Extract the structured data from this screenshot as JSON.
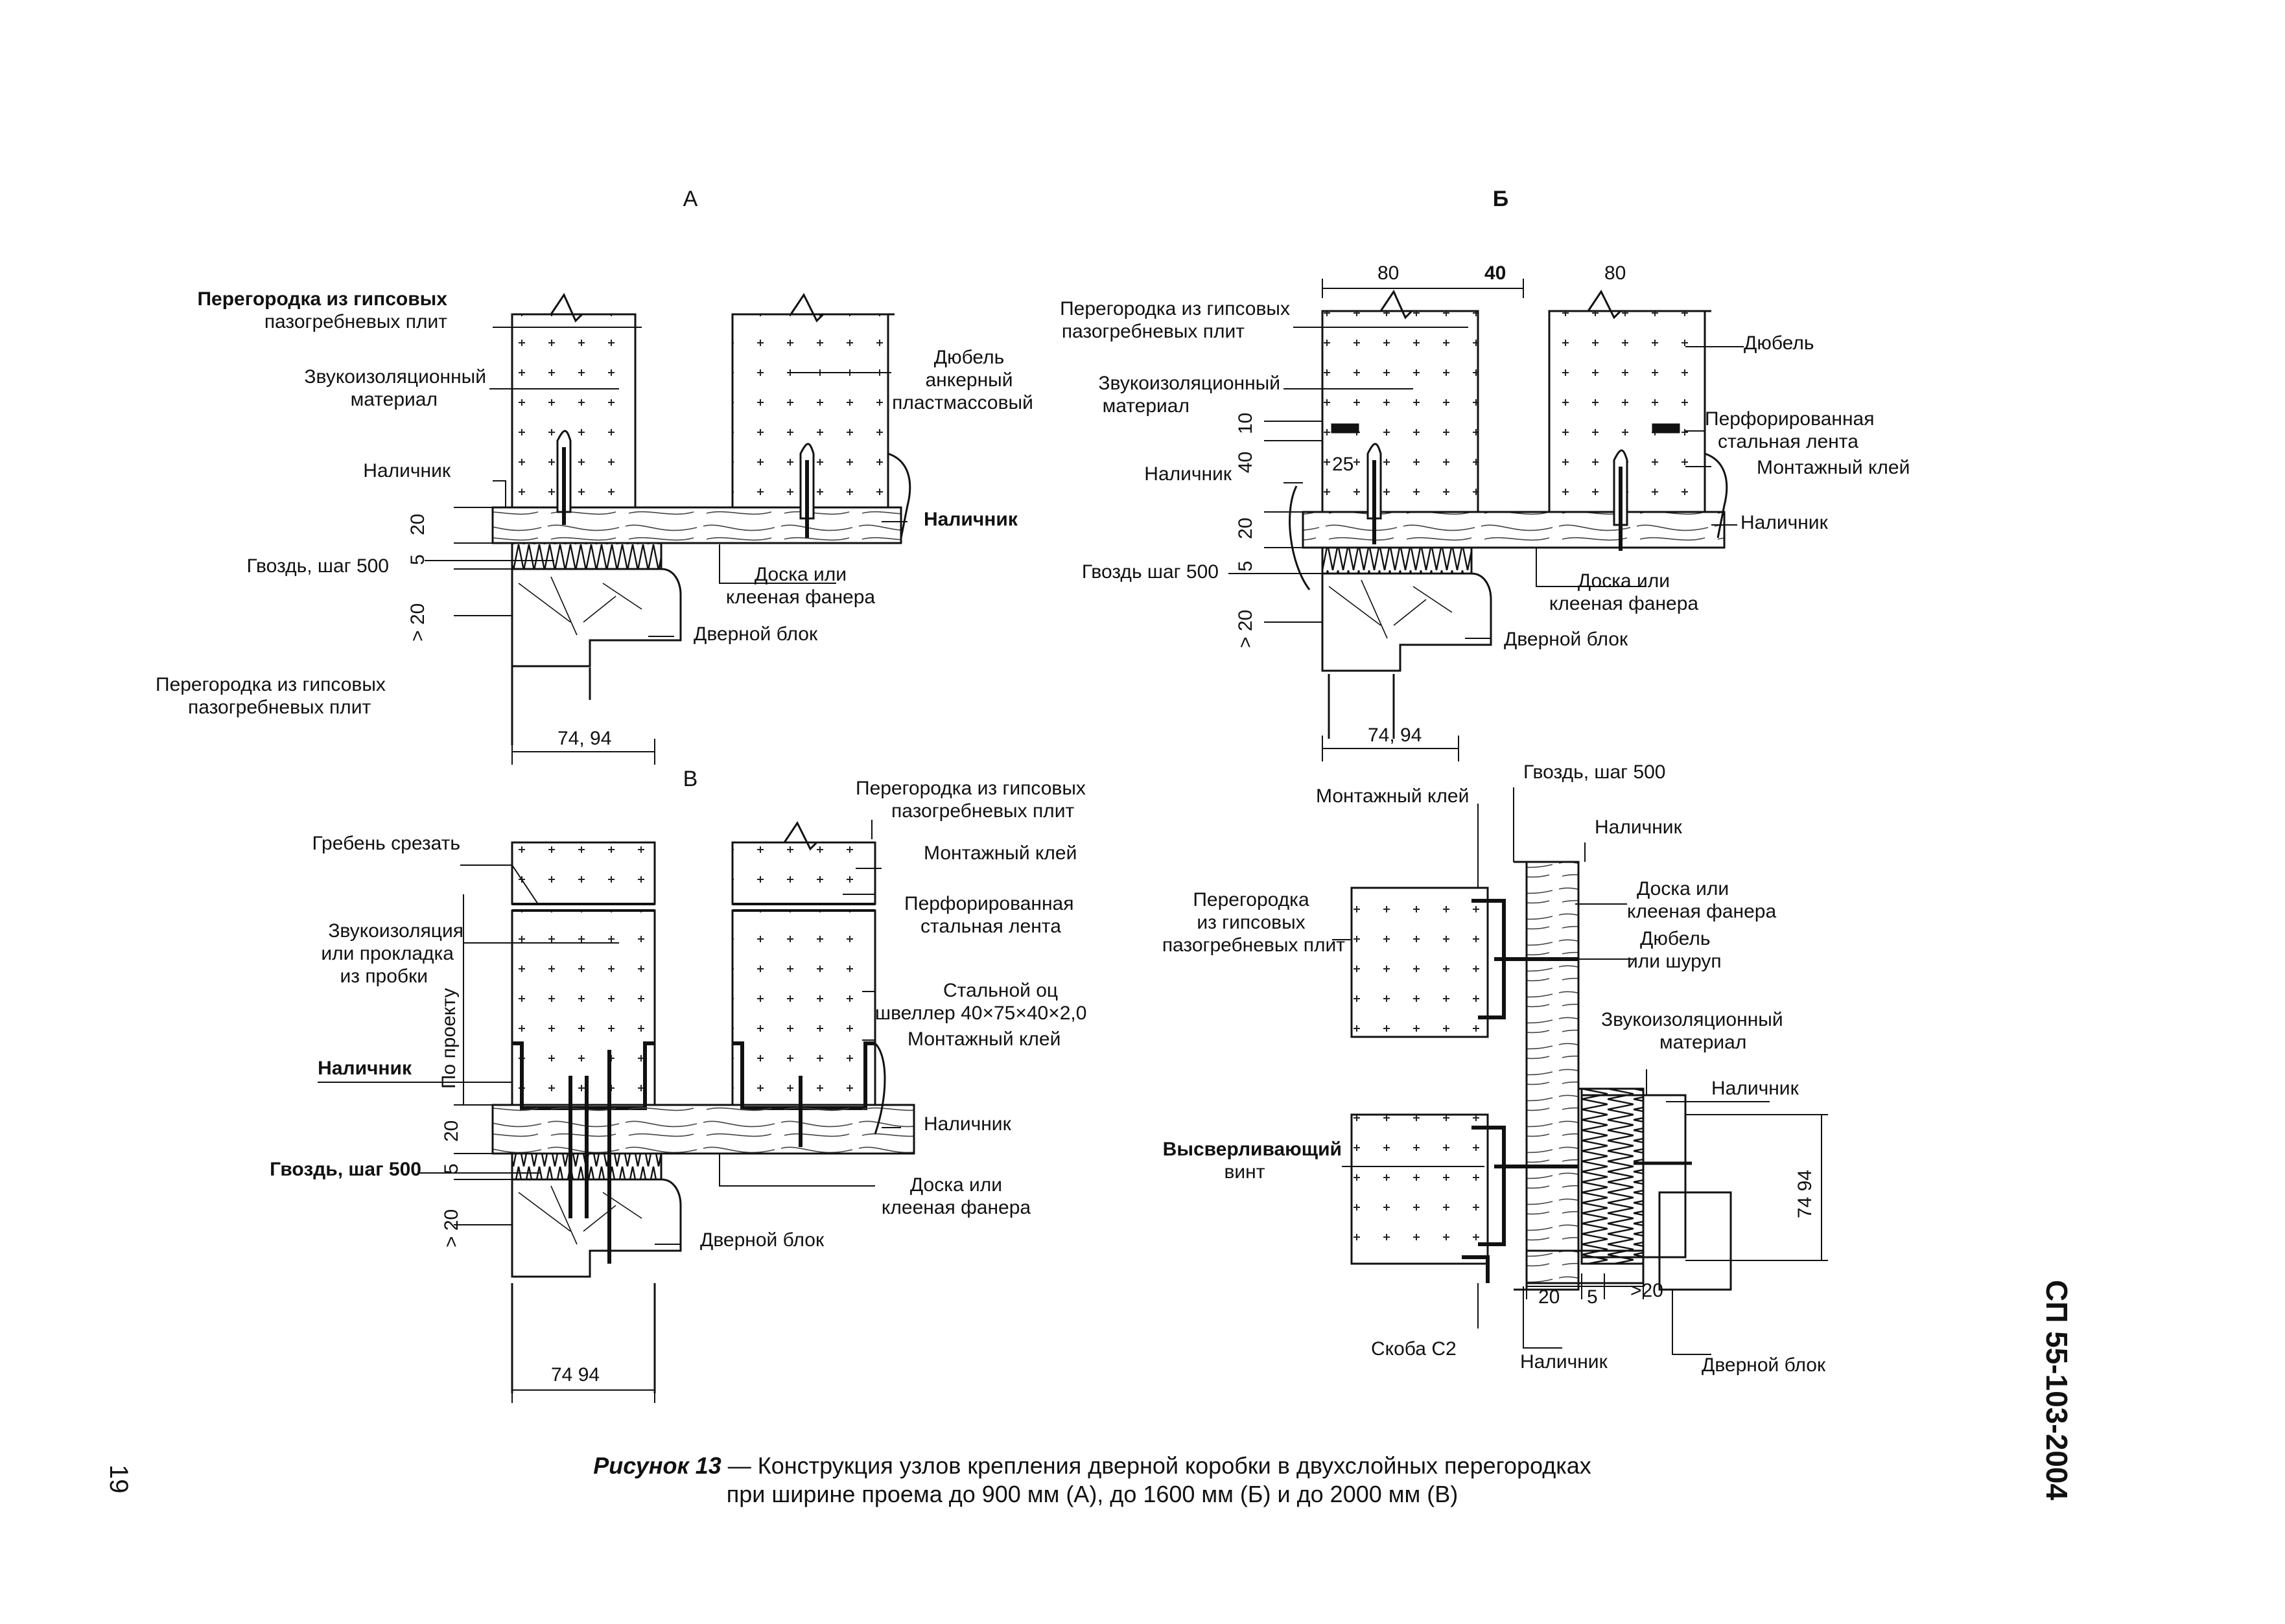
{
  "headings": {
    "a": "А",
    "b": "Б",
    "v": "В"
  },
  "side_label": "СП 55-103-2004",
  "page_number": "19",
  "caption": {
    "label": "Рисунок 13",
    "line1": " — Конструкция узлов крепления дверной коробки в двухслойных перегородках",
    "line2": "при ширине проема до 900 мм (А), до 1600 мм (Б) и до 2000 мм (В)"
  },
  "fig_a": {
    "partition_top_1": "Перегородка из гипсовых",
    "partition_top_2": "пазогребневых плит",
    "sound_1": "Звукоизоляционный",
    "sound_2": "материал",
    "trim_left": "Наличник",
    "nail": "Гвоздь, шаг 500",
    "partition_bottom_1": "Перегородка из гипсовых",
    "partition_bottom_2": "пазогребневых плит",
    "dowel_1": "Дюбель",
    "dowel_2": "анкерный",
    "dowel_3": "пластмассовый",
    "trim_right": "Наличник",
    "board_1": "Доска или",
    "board_2": "клееная фанера",
    "door_block": "Дверной блок",
    "dim_20": "20",
    "dim_5": "5",
    "dim_gt20": "> 20",
    "dim_width": "74, 94"
  },
  "fig_b": {
    "dim_80a": "80",
    "dim_40": "40",
    "dim_80b": "80",
    "partition_1": "Перегородка из гипсовых",
    "partition_2": "пазогребневых плит",
    "sound_1": "Звукоизоляционный",
    "sound_2": "материал",
    "trim_left": "Наличник",
    "nail": "Гвоздь шаг 500",
    "dowel": "Дюбель",
    "strip_1": "Перфорированная",
    "strip_2": "стальная лента",
    "glue": "Монтажный клей",
    "trim_right": "Наличник",
    "board_1": "Доска или",
    "board_2": "клееная фанера",
    "door_block": "Дверной блок",
    "dim_10": "10",
    "dim_40v": "40",
    "dim_25": "25",
    "dim_20": "20",
    "dim_5": "5",
    "dim_gt20": "> 20",
    "dim_width": "74, 94"
  },
  "fig_v": {
    "cut_ridge": "Гребень срезать",
    "sound_1": "Звукоизоляция",
    "sound_2": "или прокладка",
    "sound_3": "из пробки",
    "trim_left": "Наличник",
    "nail": "Гвоздь, шаг 500",
    "by_project": "По проекту",
    "partition_1": "Перегородка из гипсовых",
    "partition_2": "пазогребневых плит",
    "glue_top": "Монтажный клей",
    "strip_1": "Перфорированная",
    "strip_2": "стальная лента",
    "channel_1": "Стальной оц",
    "channel_2": "швеллер 40×75×40×2,0",
    "glue_bottom": "Монтажный клей",
    "trim_right": "Наличник",
    "board_1": "Доска или",
    "board_2": "клееная фанера",
    "door_block": "Дверной блок",
    "dim_20": "20",
    "dim_5": "5",
    "dim_gt20": "> 20",
    "dim_width": "74  94"
  },
  "fig_d": {
    "nail": "Гвоздь, шаг 500",
    "glue": "Монтажный клей",
    "trim_top": "Наличник",
    "partition_1": "Перегородка",
    "partition_2": "из гипсовых",
    "partition_3": "пазогребневых плит",
    "board_1": "Доска или",
    "board_2": "клееная фанера",
    "dowel_1": "Дюбель",
    "dowel_2": "или шуруп",
    "sound_1": "Звукоизоляционный",
    "sound_2": "материал",
    "trim_mid": "Наличник",
    "screw_1": "Высверливающий",
    "screw_2": "винт",
    "bracket": "Скоба С2",
    "trim_bottom": "Наличник",
    "door_block": "Дверной блок",
    "dim_20": "20",
    "dim_5": "5",
    "dim_gt20": ">20",
    "dim_7494": "74  94"
  }
}
